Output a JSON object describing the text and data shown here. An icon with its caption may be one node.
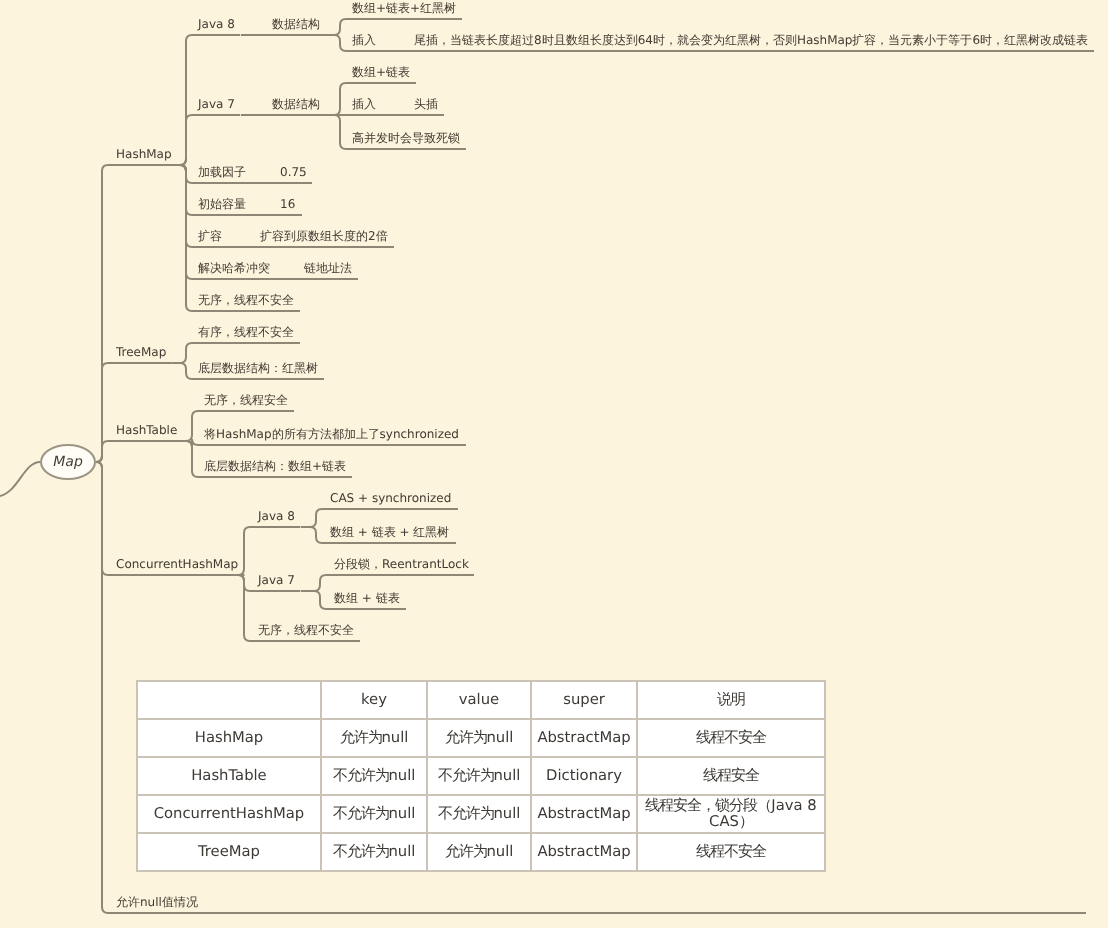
{
  "diagram": {
    "nodes": [
      {
        "text": [
          "Map"
        ]
      },
      {
        "text": [
          "HashMap"
        ]
      },
      {
        "text": [
          "Java 8"
        ]
      },
      {
        "text": [
          "数据结构"
        ]
      },
      {
        "text": [
          "数组+链表+红黑树"
        ]
      },
      {
        "text": [
          "插入"
        ]
      },
      {
        "text": [
          "尾插，当链表长度超过8时且数组长度达到64时，就会变为红黑树，否则HashMap扩容，当元素小于等于6时，红黑树改成链表"
        ]
      },
      {
        "text": [
          "Java 7"
        ]
      },
      {
        "text": [
          "数据结构"
        ]
      },
      {
        "text": [
          "数组+链表"
        ]
      },
      {
        "text": [
          "插入"
        ]
      },
      {
        "text": [
          "头插"
        ]
      },
      {
        "text": [
          "高并发时会导致死锁"
        ]
      },
      {
        "text": [
          "加载因子"
        ]
      },
      {
        "text": [
          "0.75"
        ]
      },
      {
        "text": [
          "初始容量"
        ]
      },
      {
        "text": [
          "16"
        ]
      },
      {
        "text": [
          "扩容"
        ]
      },
      {
        "text": [
          "扩容到原数组长度的2倍"
        ]
      },
      {
        "text": [
          "解决哈希冲突"
        ]
      },
      {
        "text": [
          "链地址法"
        ]
      },
      {
        "text": [
          "无序，线程不安全"
        ]
      },
      {
        "text": [
          "TreeMap"
        ]
      },
      {
        "text": [
          "有序，线程不安全"
        ]
      },
      {
        "text": [
          "底层数据结构：红黑树"
        ]
      },
      {
        "text": [
          "HashTable"
        ]
      },
      {
        "text": [
          "无序，线程安全"
        ]
      },
      {
        "text": [
          "将HashMap的所有方法都加上了synchronized"
        ]
      },
      {
        "text": [
          "底层数据结构：数组+链表"
        ]
      },
      {
        "text": [
          "ConcurrentHashMap"
        ]
      },
      {
        "text": [
          "Java 8"
        ]
      },
      {
        "text": [
          "CAS + synchronized"
        ]
      },
      {
        "text": [
          "数组 + 链表 + 红黑树"
        ]
      },
      {
        "text": [
          "Java 7"
        ]
      },
      {
        "text": [
          "分段锁，ReentrantLock"
        ]
      },
      {
        "text": [
          "数组 + 链表"
        ]
      },
      {
        "text": [
          "无序，线程不安全"
        ]
      },
      {
        "text": [
          "允许null值情况"
        ]
      }
    ],
    "edges": [
      {
        "from": null,
        "to": 0,
        "arrow": "none"
      },
      {
        "from": 0,
        "to": 1,
        "arrow": "none"
      },
      {
        "from": 1,
        "to": 2,
        "arrow": "none"
      },
      {
        "from": 2,
        "to": 3,
        "arrow": "none"
      },
      {
        "from": 3,
        "to": 4,
        "arrow": "none"
      },
      {
        "from": 3,
        "to": 5,
        "arrow": "none"
      },
      {
        "from": 5,
        "to": 6,
        "arrow": "none"
      },
      {
        "from": 1,
        "to": 7,
        "arrow": "none"
      },
      {
        "from": 7,
        "to": 8,
        "arrow": "none"
      },
      {
        "from": 8,
        "to": 9,
        "arrow": "none"
      },
      {
        "from": 8,
        "to": 10,
        "arrow": "none"
      },
      {
        "from": 10,
        "to": 11,
        "arrow": "none"
      },
      {
        "from": 8,
        "to": 12,
        "arrow": "none"
      },
      {
        "from": 1,
        "to": 13,
        "arrow": "none"
      },
      {
        "from": 13,
        "to": 14,
        "arrow": "none"
      },
      {
        "from": 1,
        "to": 15,
        "arrow": "none"
      },
      {
        "from": 15,
        "to": 16,
        "arrow": "none"
      },
      {
        "from": 1,
        "to": 17,
        "arrow": "none"
      },
      {
        "from": 17,
        "to": 18,
        "arrow": "none"
      },
      {
        "from": 1,
        "to": 19,
        "arrow": "none"
      },
      {
        "from": 19,
        "to": 20,
        "arrow": "none"
      },
      {
        "from": 1,
        "to": 21,
        "arrow": "none"
      },
      {
        "from": 0,
        "to": 22,
        "arrow": "none"
      },
      {
        "from": 22,
        "to": 23,
        "arrow": "none"
      },
      {
        "from": 22,
        "to": 24,
        "arrow": "none"
      },
      {
        "from": 0,
        "to": 25,
        "arrow": "none"
      },
      {
        "from": 25,
        "to": 26,
        "arrow": "none"
      },
      {
        "from": 25,
        "to": 27,
        "arrow": "none"
      },
      {
        "from": 25,
        "to": 28,
        "arrow": "none"
      },
      {
        "from": 0,
        "to": 29,
        "arrow": "none"
      },
      {
        "from": 29,
        "to": 30,
        "arrow": "none"
      },
      {
        "from": 30,
        "to": 31,
        "arrow": "none"
      },
      {
        "from": 30,
        "to": 32,
        "arrow": "none"
      },
      {
        "from": 29,
        "to": 33,
        "arrow": "none"
      },
      {
        "from": 33,
        "to": 34,
        "arrow": "none"
      },
      {
        "from": 33,
        "to": 35,
        "arrow": "none"
      },
      {
        "from": 29,
        "to": 36,
        "arrow": "none"
      },
      {
        "from": 0,
        "to": 37,
        "arrow": "none"
      }
    ],
    "labels": [
      "key",
      "value",
      "super",
      "说明",
      "HashMap",
      "允许为null",
      "允许为null",
      "AbstractMap",
      "线程不安全",
      "HashTable",
      "不允许为null",
      "不允许为null",
      "Dictionary",
      "线程安全",
      "ConcurrentHashMap",
      "不允许为null",
      "不允许为null",
      "AbstractMap",
      "线程安全，锁分段（Java 8 CAS）",
      "TreeMap",
      "不允许为null",
      "允许为null",
      "AbstractMap",
      "线程不安全"
    ]
  }
}
